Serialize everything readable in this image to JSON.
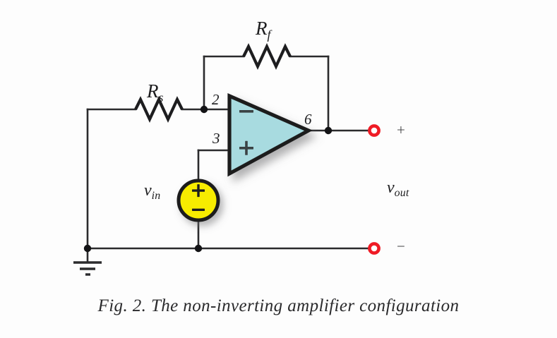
{
  "figure": {
    "caption": "Fig. 2.  The non-inverting amplifier configuration",
    "background_color": "#fdfdfd"
  },
  "components": {
    "feedback_resistor": {
      "label_main": "R",
      "label_sub": "f",
      "name": "Rf"
    },
    "series_resistor": {
      "label_main": "R",
      "label_sub": "s",
      "name": "Rs"
    },
    "source": {
      "label_main": "v",
      "label_sub": "in",
      "plus_sign": "+",
      "minus_sign": "−",
      "fill_color": "#f7ec00",
      "stroke_color": "#1d1d1f"
    },
    "opamp": {
      "inverting_sign": "−",
      "noninverting_sign": "+",
      "pin_inverting": "2",
      "pin_noninverting": "3",
      "pin_output": "6",
      "fill_color": "#a8dbe0",
      "stroke_color": "#1d1d1f"
    },
    "output_port": {
      "label_main": "v",
      "label_sub": "out",
      "plus_sign": "+",
      "minus_sign": "−",
      "terminal_color": "#ef1b25"
    },
    "ground": {
      "name": "ground-symbol"
    }
  },
  "colors": {
    "wire": "#2b2b2d",
    "node_dot": "#141416",
    "terminal_ring": "#ef1b25",
    "terminal_center": "#ffffff",
    "opamp_fill": "#a8dbe0",
    "source_fill": "#f7ec00"
  }
}
